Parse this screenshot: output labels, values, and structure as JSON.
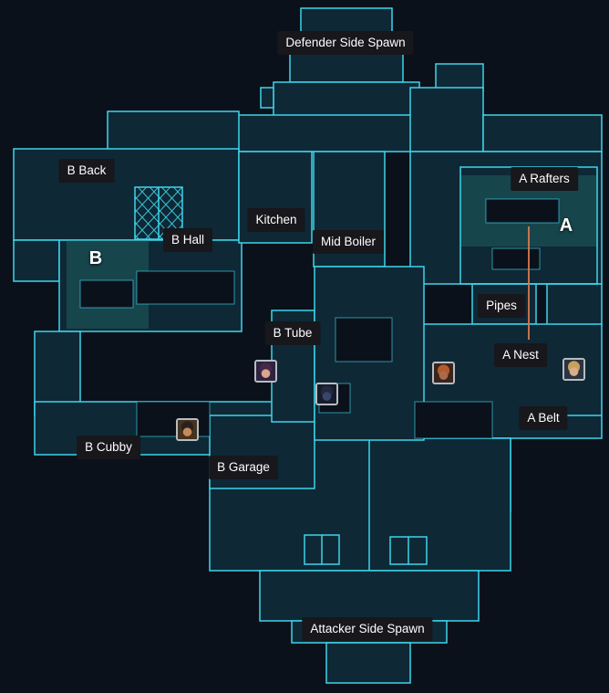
{
  "colors": {
    "background": "#0a111b",
    "map_fill": "#0e2836",
    "outline": "#3fd4e9",
    "site_highlight": "#2d8c82",
    "obstacle": "#0a111b",
    "zipline": "#d97a4e",
    "label_bg": "#17171c",
    "label_text": "#ffffff",
    "agent_border": "#b8bcc2"
  },
  "map": {
    "callouts": [
      {
        "id": "defender-side-spawn",
        "text": "Defender Side Spawn"
      },
      {
        "id": "b-back",
        "text": "B Back"
      },
      {
        "id": "a-rafters",
        "text": "A Rafters"
      },
      {
        "id": "kitchen",
        "text": "Kitchen"
      },
      {
        "id": "b-hall",
        "text": "B Hall"
      },
      {
        "id": "mid-boiler",
        "text": "Mid Boiler"
      },
      {
        "id": "pipes",
        "text": "Pipes"
      },
      {
        "id": "b-tube",
        "text": "B Tube"
      },
      {
        "id": "a-nest",
        "text": "A Nest"
      },
      {
        "id": "a-belt",
        "text": "A Belt"
      },
      {
        "id": "b-cubby",
        "text": "B Cubby"
      },
      {
        "id": "b-garage",
        "text": "B Garage"
      },
      {
        "id": "attacker-side-spawn",
        "text": "Attacker Side Spawn"
      }
    ],
    "sites": [
      {
        "id": "site-b",
        "text": "B"
      },
      {
        "id": "site-a",
        "text": "A"
      }
    ],
    "agents": [
      {
        "id": "agent-1",
        "bg": "#2d2440",
        "hair": "#46284a",
        "skin": "#d9a68f"
      },
      {
        "id": "agent-2",
        "bg": "#171c2b",
        "hair": "#222a40",
        "skin": "#39456b"
      },
      {
        "id": "agent-3",
        "bg": "#43331f",
        "hair": "#2a211c",
        "skin": "#c4895c"
      },
      {
        "id": "agent-4",
        "bg": "#38251d",
        "hair": "#b55a2b",
        "skin": "#a96b4c"
      },
      {
        "id": "agent-5",
        "bg": "#2b3442",
        "hair": "#c9a15e",
        "skin": "#d8ae88"
      }
    ]
  }
}
